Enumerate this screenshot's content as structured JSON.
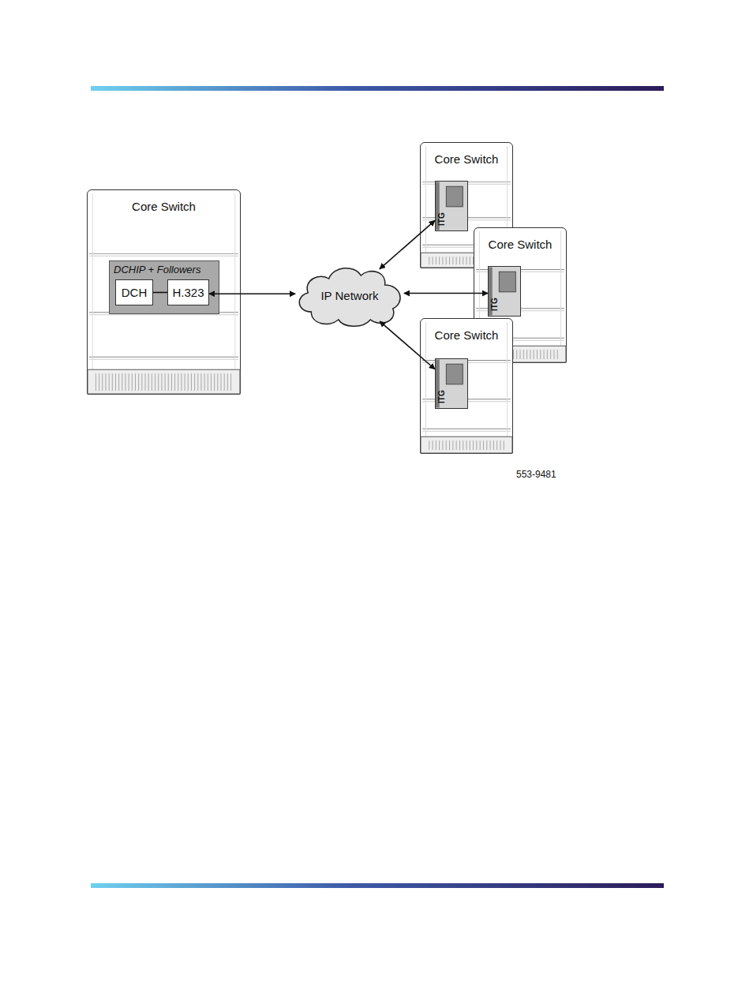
{
  "diagram": {
    "nodes": [
      {
        "text": [
          "Core Switch"
        ]
      },
      {
        "text": [
          "DCHIP + Followers"
        ],
        "in": 0
      },
      {
        "text": [
          "DCH"
        ],
        "in": 1
      },
      {
        "text": [
          "H.323"
        ],
        "in": 1
      },
      {
        "text": [
          "IP Network"
        ]
      },
      {
        "text": [
          "Core Switch"
        ]
      },
      {
        "text": [
          "ITG"
        ],
        "in": 5
      },
      {
        "text": [
          "Core Switch"
        ]
      },
      {
        "text": [
          "ITG"
        ],
        "in": 7
      },
      {
        "text": [
          "Core Switch"
        ]
      },
      {
        "text": [
          "ITG"
        ],
        "in": 9
      }
    ],
    "edges": [
      {
        "from": 2,
        "to": 3,
        "arrow": "none"
      },
      {
        "from": 3,
        "to": 4,
        "arrow": "both"
      },
      {
        "from": 4,
        "to": 6,
        "arrow": "both"
      },
      {
        "from": 4,
        "to": 8,
        "arrow": "both"
      },
      {
        "from": 4,
        "to": 10,
        "arrow": "both"
      }
    ],
    "labels": [
      "553-9481"
    ]
  }
}
